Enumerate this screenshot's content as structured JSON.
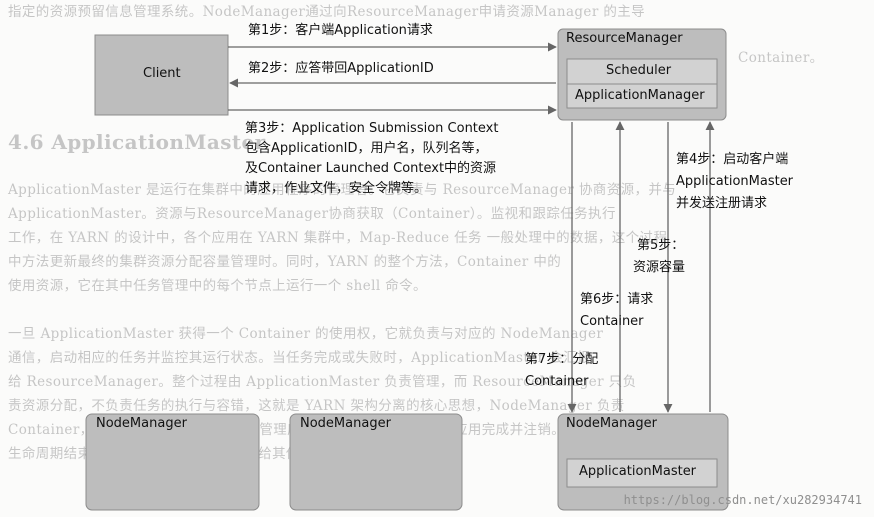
{
  "background_text": [
    "指定的资源预留信息管理系统。NodeManager通过向ResourceManager申请资源Manager 的主导",
    "Container。",
    "4.6 ApplicationMaster",
    "ApplicationMaster 是运行在集群中的应用程序的管理者。它负责与 ResourceManager 协商资源，并与",
    "ApplicationMaster。资源与ResourceManager协商获取（Container）。监视和跟踪任务执行",
    "工作，在 YARN 的设计中，各个应用在 YARN 集群中，Map-Reduce 任务 一般处理中的数据，这个过程",
    "中方法更新最终的集群资源分配容量管理时。同时，YARN 的整个方法，Container 中的",
    "使用资源，它在其中任务管理中的每个节点上运行一个 shell 命令。",
    "一旦 ApplicationMaster 获得一个 Container 的使用权，它就负责与对应的 NodeManager",
    "通信，启动相应的任务并监控其运行状态。当任务完成或失败时，ApplicationMaster 会汇报",
    "给 ResourceManager。整个过程由 ApplicationMaster 负责管理，而 ResourceManager 只负",
    "责资源分配，不负责任务的执行与容错，这就是 YARN 架构分离的核心思想，NodeManager 负责",
    "Container，ApplicationMaster 负责管理应用的整个生命周期，直到应用完成并注销。Container",
    "生命周期结束后，资源被回收并重新分配给其他应用程序。"
  ],
  "nodes": {
    "client": "Client",
    "resource_manager": "ResourceManager",
    "scheduler": "Scheduler",
    "application_manager": "ApplicationManager",
    "node_manager_1": "NodeManager",
    "node_manager_2": "NodeManager",
    "node_manager_3": "NodeManager",
    "application_master": "ApplicationMaster"
  },
  "steps": {
    "step1": "第1步：客户端Application请求",
    "step2": "第2步：应答带回ApplicationID",
    "step3": [
      "第3步：Application Submission Context",
      "包含ApplicationID，用户名，队列名等，",
      "及Container Launched Context中的资源",
      "请求，作业文件，安全令牌等。"
    ],
    "step4": [
      "第4步：启动客户端",
      "ApplicationMaster",
      "并发送注册请求"
    ],
    "step5": [
      "第5步：",
      "资源容量"
    ],
    "step6": [
      "第6步：请求",
      "Container"
    ],
    "step7": [
      "第7步：分配",
      "Container"
    ]
  },
  "watermark": "https://blog.csdn.net/xu282934741",
  "colors": {
    "box_fill": "#bdbdbd",
    "box_border": "#8c8c8c",
    "inner_fill": "#d2d2d2",
    "arrow": "#666666"
  }
}
